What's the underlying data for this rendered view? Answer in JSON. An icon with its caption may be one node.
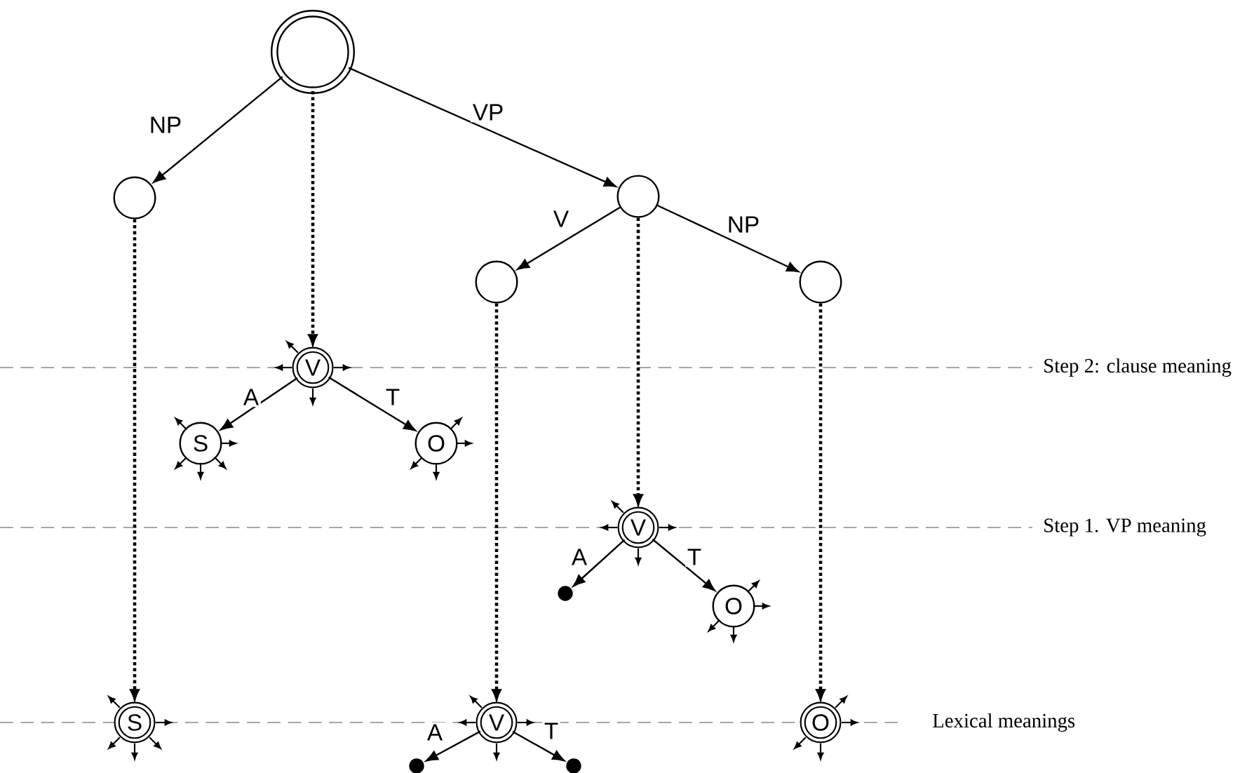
{
  "diagram": {
    "nodes": [
      {
        "text": [],
        "shape": "circle"
      },
      {
        "text": [],
        "shape": "circle"
      },
      {
        "text": [],
        "shape": "circle"
      },
      {
        "text": [],
        "shape": "circle"
      },
      {
        "text": [],
        "shape": "circle"
      },
      {
        "text": [
          "V"
        ]
      },
      {
        "text": [
          "S"
        ]
      },
      {
        "text": [
          "O"
        ]
      },
      {
        "text": [
          "V"
        ]
      },
      {
        "text": [],
        "shape": "dot"
      },
      {
        "text": [
          "O"
        ]
      },
      {
        "text": [
          "S"
        ]
      },
      {
        "text": [
          "V"
        ]
      },
      {
        "text": [],
        "shape": "dot"
      },
      {
        "text": [],
        "shape": "dot"
      },
      {
        "text": [
          "O"
        ]
      }
    ],
    "edges": [
      {
        "from": 0,
        "to": 1,
        "arrow": "to",
        "label": "NP"
      },
      {
        "from": 0,
        "to": 2,
        "arrow": "to",
        "label": "VP"
      },
      {
        "from": 2,
        "to": 3,
        "arrow": "to",
        "label": "V"
      },
      {
        "from": 2,
        "to": 4,
        "arrow": "to",
        "label": "NP"
      },
      {
        "from": 0,
        "to": 5,
        "arrow": "to",
        "style": "dashed"
      },
      {
        "from": 1,
        "to": 11,
        "arrow": "to",
        "style": "dashed"
      },
      {
        "from": 3,
        "to": 12,
        "arrow": "to",
        "style": "dashed"
      },
      {
        "from": 2,
        "to": 8,
        "arrow": "to",
        "style": "dashed"
      },
      {
        "from": 4,
        "to": 15,
        "arrow": "to",
        "style": "dashed"
      },
      {
        "from": 5,
        "to": 6,
        "arrow": "to",
        "label": "A"
      },
      {
        "from": 5,
        "to": 7,
        "arrow": "to",
        "label": "T"
      },
      {
        "from": 8,
        "to": 9,
        "arrow": "to",
        "label": "A"
      },
      {
        "from": 8,
        "to": 10,
        "arrow": "to",
        "label": "T"
      },
      {
        "from": 12,
        "to": 13,
        "arrow": "to",
        "label": "A"
      },
      {
        "from": 12,
        "to": 14,
        "arrow": "to",
        "label": "T"
      }
    ],
    "labels": [
      "Step 2: clause meaning",
      "Step 1. VP meaning",
      "Lexical meanings"
    ]
  }
}
